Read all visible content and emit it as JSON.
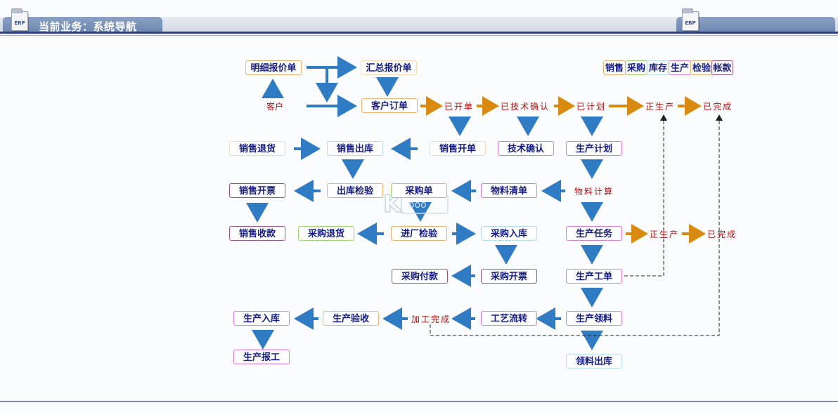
{
  "header": {
    "left_icon_text": "ERP",
    "right_icon_text": "ERP",
    "title": "当前业务：系统导航"
  },
  "nodes": {
    "mingxi_baojiadan": "明细报价单",
    "huizong_baojiadan": "汇总报价单",
    "kehu": "客户",
    "kehu_dingdan": "客户订单",
    "yi_kaidan": "已开单",
    "yi_jishu_queren": "已技术确认",
    "yi_jihua": "已计划",
    "zheng_shengchan_1": "正生产",
    "yi_wancheng_1": "已完成",
    "xiaoshou_tuihuo": "销售退货",
    "xiaoshou_chuku": "销售出库",
    "xiaoshou_kaidan": "销售开单",
    "jishu_queren": "技术确认",
    "shengchan_jihua": "生产计划",
    "xiaoshou_kaipiao": "销售开票",
    "chuku_jianyan": "出库检验",
    "caigoudan": "采购单",
    "wuliao_qingdan": "物料清单",
    "wuliao_jisuan": "物料计算",
    "xiaoshou_shoukuan": "销售收款",
    "caigou_tuihuo": "采购退货",
    "jinchang_jianyan": "进厂检验",
    "caigou_ruku": "采购入库",
    "shengchan_renwu": "生产任务",
    "zheng_shengchan_2": "正生产",
    "yi_wancheng_2": "已完成",
    "caigou_fukuan": "采购付款",
    "caigou_kaipiao": "采购开票",
    "shengchan_gongdan": "生产工单",
    "shengchan_ruku": "生产入库",
    "shengchan_yanshou": "生产验收",
    "jiagong_wancheng": "加工完成",
    "gongyi_liuzhuan": "工艺流转",
    "shengchan_lingliao": "生产领料",
    "shengchan_baogong": "生产报工",
    "lingliao_chuku": "领料出库"
  },
  "top_tabs": [
    {
      "label": "销售",
      "color": "#f0b070"
    },
    {
      "label": "采购",
      "color": "#9cd36c"
    },
    {
      "label": "库存",
      "color": "#b6dcec"
    },
    {
      "label": "生产",
      "color": "#e07ad8"
    },
    {
      "label": "检验",
      "color": "#f0b070"
    },
    {
      "label": "帐款",
      "color": "#a05080"
    }
  ],
  "colors": {
    "blue_arrow": "#2f7cc4",
    "orange_arrow": "#d98a10",
    "node_text": "#141c84",
    "status_text": "#b31212",
    "header_line": "#2e3f8f"
  }
}
